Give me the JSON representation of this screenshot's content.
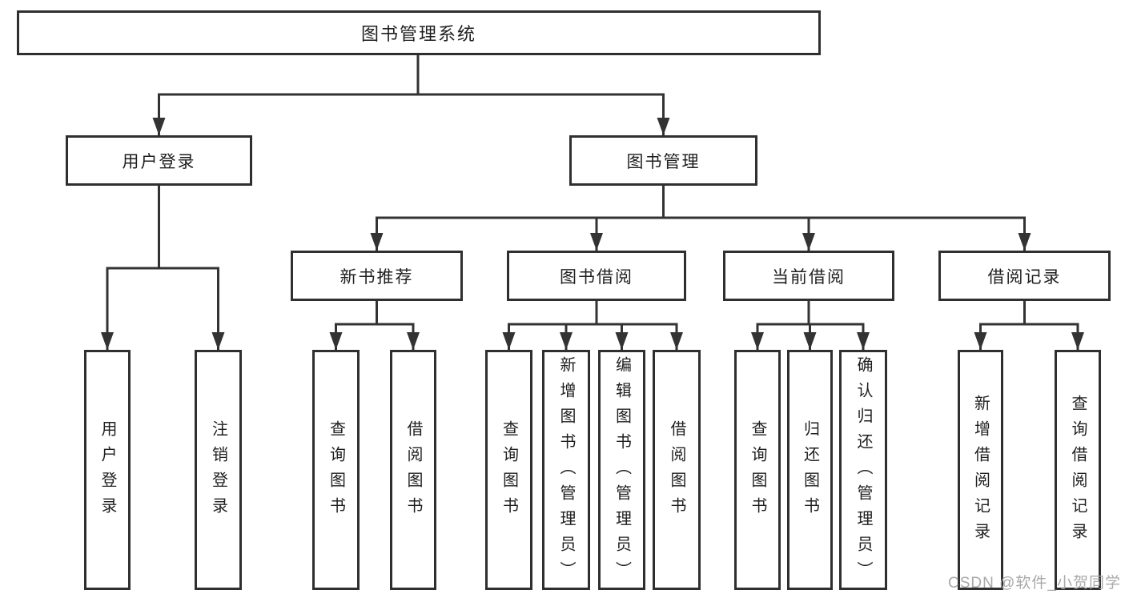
{
  "diagram_title": "图书管理系统",
  "tree": {
    "root": {
      "label": "图书管理系统"
    },
    "branches": [
      {
        "label": "用户登录",
        "children": [
          {
            "label": "用户登录"
          },
          {
            "label": "注销登录"
          }
        ]
      },
      {
        "label": "图书管理",
        "children": [
          {
            "label": "新书推荐",
            "children": [
              {
                "label": "查询图书"
              },
              {
                "label": "借阅图书"
              }
            ]
          },
          {
            "label": "图书借阅",
            "children": [
              {
                "label": "查询图书"
              },
              {
                "label": "新增图书（管理员）"
              },
              {
                "label": "编辑图书（管理员）"
              },
              {
                "label": "借阅图书"
              }
            ]
          },
          {
            "label": "当前借阅",
            "children": [
              {
                "label": "查询图书"
              },
              {
                "label": "归还图书"
              },
              {
                "label": "确认归还（管理员）"
              }
            ]
          },
          {
            "label": "借阅记录",
            "children": [
              {
                "label": "新增借阅记录"
              },
              {
                "label": "查询借阅记录"
              }
            ]
          }
        ]
      }
    ]
  },
  "watermark": {
    "text": "CSDN @软件_小贺同学"
  },
  "colors": {
    "line": "#333333",
    "box_border": "#2f2f2f",
    "text": "#1f1f1f",
    "watermark": "#a4a4a4",
    "background": "#ffffff"
  }
}
